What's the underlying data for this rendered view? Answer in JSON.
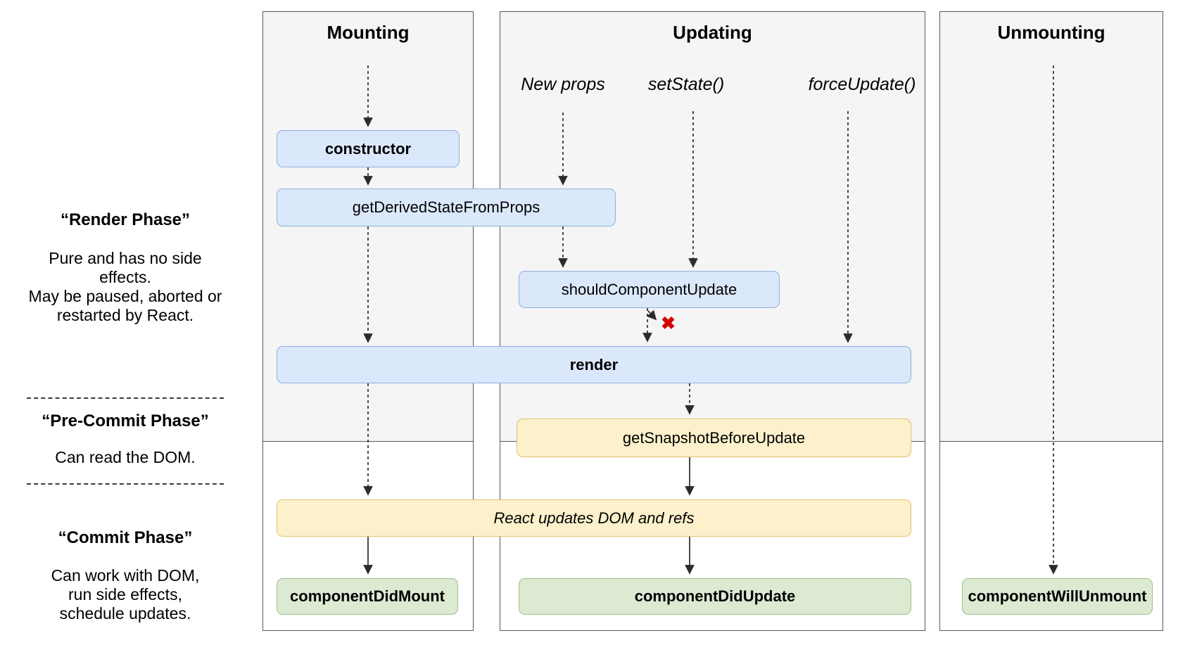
{
  "diagram": {
    "columns": {
      "mounting": {
        "title": "Mounting"
      },
      "updating": {
        "title": "Updating"
      },
      "unmounting": {
        "title": "Unmounting"
      }
    },
    "events": {
      "new_props": "New props",
      "set_state": "setState()",
      "force_update": "forceUpdate()"
    },
    "phases": {
      "render": {
        "title": "“Render Phase”",
        "lines": [
          "Pure and has no side effects.",
          "May be paused, aborted or",
          "restarted by React."
        ]
      },
      "pre_commit": {
        "title": "“Pre-Commit Phase”",
        "lines": [
          "Can read the DOM."
        ]
      },
      "commit": {
        "title": "“Commit Phase”",
        "lines": [
          "Can work with DOM,",
          "run side effects,",
          "schedule updates."
        ]
      }
    },
    "nodes": {
      "constructor": {
        "label": "constructor"
      },
      "get_derived": {
        "label": "getDerivedStateFromProps"
      },
      "should_update": {
        "label": "shouldComponentUpdate"
      },
      "render": {
        "label": "render"
      },
      "get_snapshot": {
        "label": "getSnapshotBeforeUpdate"
      },
      "react_updates": {
        "label": "React updates DOM and refs"
      },
      "did_mount": {
        "label": "componentDidMount"
      },
      "did_update": {
        "label": "componentDidUpdate"
      },
      "will_unmount": {
        "label": "componentWillUnmount"
      }
    },
    "icons": {
      "abort_x": "✖"
    },
    "colors": {
      "node_blue": "#dbe8fb",
      "node_yellow": "#fdf1cc",
      "node_green": "#dcead2",
      "column_bg": "#f5f5f5",
      "abort_x": "#d40000"
    }
  }
}
